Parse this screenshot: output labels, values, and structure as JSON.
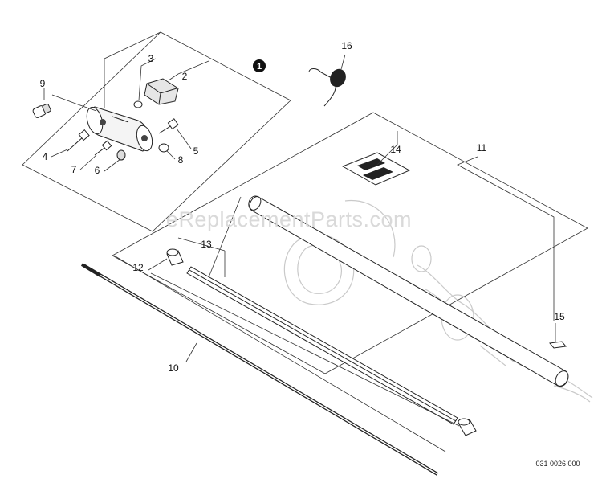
{
  "watermark": "eReplacementParts.com",
  "drawing_code": "031 0026 000",
  "assembly_marker": "1",
  "callouts": {
    "c2": "2",
    "c3": "3",
    "c4": "4",
    "c5": "5",
    "c6": "6",
    "c7": "7",
    "c8": "8",
    "c9": "9",
    "c10": "10",
    "c11": "11",
    "c12": "12",
    "c13": "13",
    "c14": "14",
    "c15": "15",
    "c16": "16"
  },
  "colors": {
    "line": "#222222",
    "ghost": "#c9c9c9",
    "watermark": "#d9d9d9"
  }
}
